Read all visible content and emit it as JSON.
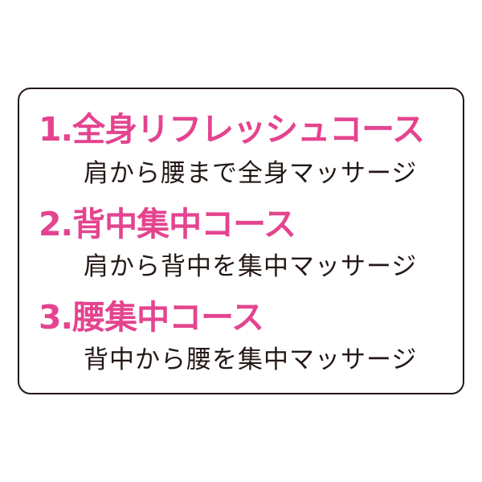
{
  "accent_color": "#e4448f",
  "courses": [
    {
      "title": "1.全身リフレッシュコース",
      "description": "肩から腰まで全身マッサージ"
    },
    {
      "title": "2.背中集中コース",
      "description": "肩から背中を集中マッサージ"
    },
    {
      "title": "3.腰集中コース",
      "description": "背中から腰を集中マッサージ"
    }
  ]
}
